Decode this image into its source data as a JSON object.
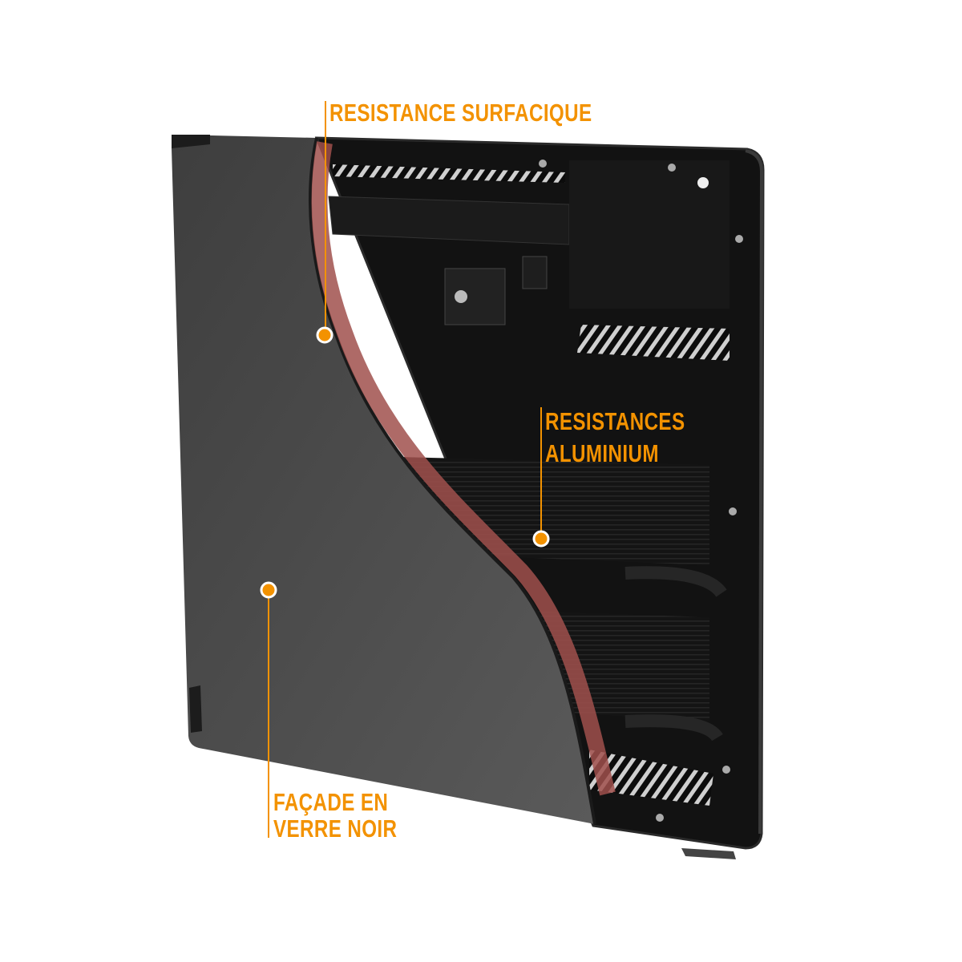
{
  "title": "Radiateur - vue en coupe",
  "colors": {
    "accent": "#f39200",
    "glass": "#4a4a4a",
    "frame": "#111111",
    "strip": "#a0504c"
  },
  "callouts": [
    {
      "id": "surface",
      "lines": [
        "RESISTANCE SURFACIQUE"
      ]
    },
    {
      "id": "aluminium",
      "lines": [
        "RESISTANCES",
        "ALUMINIUM"
      ]
    },
    {
      "id": "glass",
      "lines": [
        "FAÇADE EN",
        "VERRE NOIR"
      ]
    }
  ]
}
